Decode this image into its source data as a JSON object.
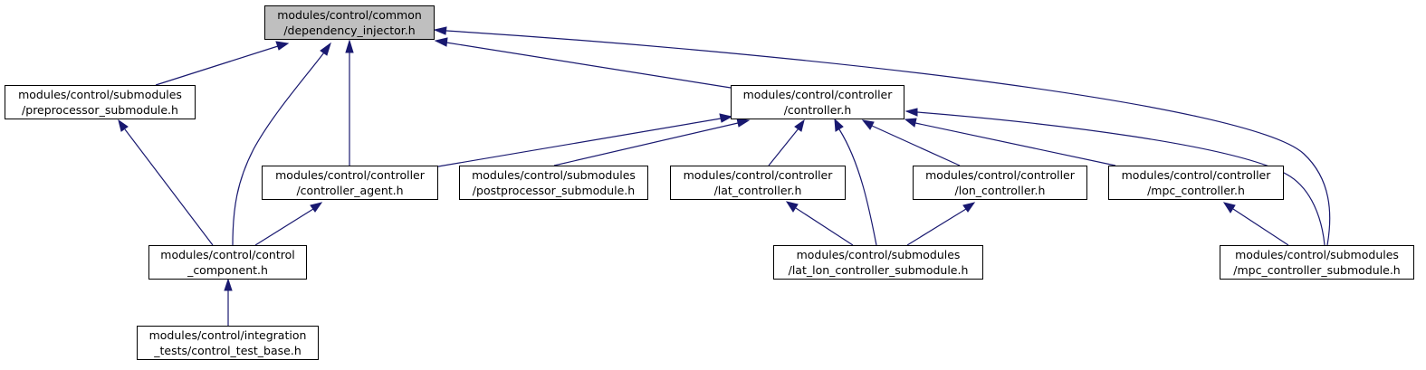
{
  "graph": {
    "colors": {
      "edge": "#191970",
      "root_fill": "#bfbfbf",
      "node_fill": "#ffffff",
      "border": "#000000"
    },
    "nodes": {
      "dependency_injector": {
        "line1": "modules/control/common",
        "line2": "/dependency_injector.h"
      },
      "preprocessor_submodule": {
        "line1": "modules/control/submodules",
        "line2": "/preprocessor_submodule.h"
      },
      "controller": {
        "line1": "modules/control/controller",
        "line2": "/controller.h"
      },
      "controller_agent": {
        "line1": "modules/control/controller",
        "line2": "/controller_agent.h"
      },
      "postprocessor_submodule": {
        "line1": "modules/control/submodules",
        "line2": "/postprocessor_submodule.h"
      },
      "lat_controller": {
        "line1": "modules/control/controller",
        "line2": "/lat_controller.h"
      },
      "lon_controller": {
        "line1": "modules/control/controller",
        "line2": "/lon_controller.h"
      },
      "mpc_controller": {
        "line1": "modules/control/controller",
        "line2": "/mpc_controller.h"
      },
      "control_component": {
        "line1": "modules/control/control",
        "line2": "_component.h"
      },
      "lat_lon_controller_submodule": {
        "line1": "modules/control/submodules",
        "line2": "/lat_lon_controller_submodule.h"
      },
      "mpc_controller_submodule": {
        "line1": "modules/control/submodules",
        "line2": "/mpc_controller_submodule.h"
      },
      "control_test_base": {
        "line1": "modules/control/integration",
        "line2": "_tests/control_test_base.h"
      }
    },
    "edges": [
      {
        "from": "preprocessor_submodule",
        "to": "dependency_injector"
      },
      {
        "from": "control_component",
        "to": "dependency_injector"
      },
      {
        "from": "controller_agent",
        "to": "dependency_injector"
      },
      {
        "from": "controller",
        "to": "dependency_injector"
      },
      {
        "from": "mpc_controller_submodule",
        "to": "dependency_injector"
      },
      {
        "from": "control_component",
        "to": "preprocessor_submodule"
      },
      {
        "from": "controller_agent",
        "to": "controller"
      },
      {
        "from": "postprocessor_submodule",
        "to": "controller"
      },
      {
        "from": "lat_controller",
        "to": "controller"
      },
      {
        "from": "lat_lon_controller_submodule",
        "to": "controller"
      },
      {
        "from": "lon_controller",
        "to": "controller"
      },
      {
        "from": "mpc_controller",
        "to": "controller"
      },
      {
        "from": "mpc_controller_submodule",
        "to": "controller"
      },
      {
        "from": "control_component",
        "to": "controller_agent"
      },
      {
        "from": "lat_lon_controller_submodule",
        "to": "lat_controller"
      },
      {
        "from": "lat_lon_controller_submodule",
        "to": "lon_controller"
      },
      {
        "from": "mpc_controller_submodule",
        "to": "mpc_controller"
      },
      {
        "from": "control_test_base",
        "to": "control_component"
      }
    ]
  }
}
